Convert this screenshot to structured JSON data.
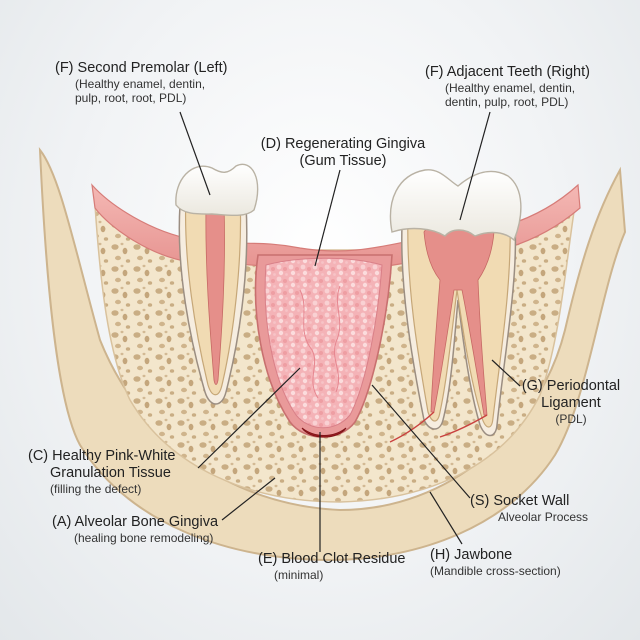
{
  "labels": {
    "second_premolar": {
      "title": "(F) Second Premolar (Left)",
      "line1": "(Healthy enamel, dentin,",
      "line2": "pulp, root, root, PDL)"
    },
    "adjacent_teeth": {
      "title": "(F) Adjacent Teeth (Right)",
      "line1": "(Healthy enamel, dentin,",
      "line2": "dentin, pulp, root, PDL)"
    },
    "regenerating_gingiva": {
      "title": "(D) Regenerating Gingiva",
      "sub": "(Gum Tissue)"
    },
    "periodontal_ligament": {
      "line1": "(G) Periodontal",
      "line2": "Ligament",
      "line3": "(PDL)"
    },
    "granulation_tissue": {
      "line1": "(C) Healthy Pink-White",
      "line2": "Granulation Tissue",
      "line3": "(filling the defect)"
    },
    "socket_wall": {
      "title": "(S) Socket Wall",
      "sub": "Alveolar Process"
    },
    "alveolar_bone": {
      "title": "(A) Alveolar Bone Gingiva",
      "sub": "(healing bone remodeling)"
    },
    "blood_clot": {
      "title": "(E) Blood Clot Residue",
      "sub": "(minimal)"
    },
    "jawbone": {
      "title": "(H) Jawbone",
      "sub": "(Mandible cross-section)"
    }
  },
  "colors": {
    "bone": "#eddcbc",
    "cortical": "#e6d4b4",
    "trabecular": "#c9ad84",
    "gingiva": "#eea7a4",
    "enamel": "#fbfbf8",
    "dentin": "#f1dbb3",
    "pulp": "#e58f8a",
    "granulation": "#f2a9ae",
    "clot": "#a81e22",
    "leader": "#222222"
  }
}
